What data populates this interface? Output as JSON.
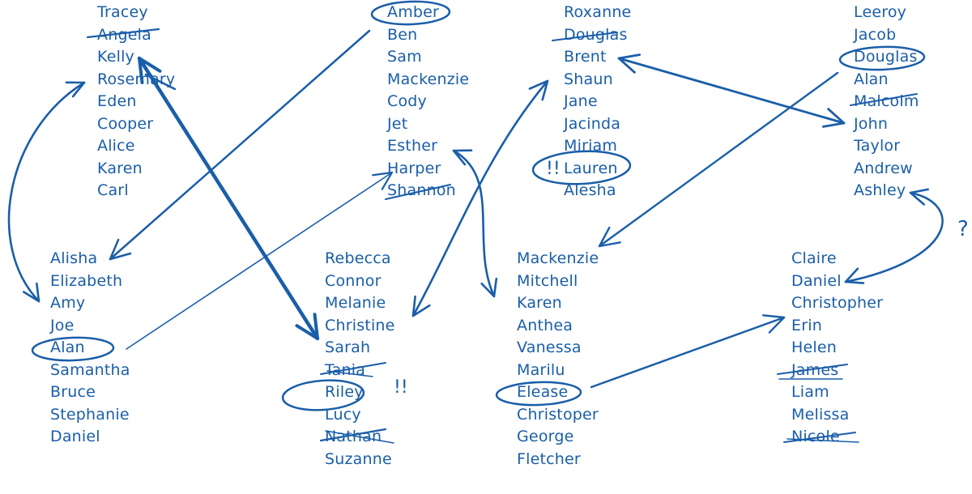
{
  "columns": [
    {
      "names": [
        "Tracey",
        "Angela",
        "Kelly",
        "Rosemary",
        "Eden",
        "Cooper",
        "Alice",
        "Karen",
        "Carl"
      ]
    },
    {
      "names": [
        "Amber",
        "Ben",
        "Sam",
        "Mackenzie",
        "Cody",
        "Jet",
        "Esther",
        "Harper",
        "Shannon"
      ]
    },
    {
      "names": [
        "Roxanne",
        "Douglas",
        "Brent",
        "Shaun",
        "Jane",
        "Jacinda",
        "Miriam",
        "Lauren",
        "Alesha"
      ]
    },
    {
      "names": [
        "Leeroy",
        "Jacob",
        "Douglas",
        "Alan",
        "Malcolm",
        "John",
        "Taylor",
        "Andrew",
        "Ashley"
      ]
    },
    {
      "names": [
        "Alisha",
        "Elizabeth",
        "Amy",
        "Joe",
        "Alan",
        "Samantha",
        "Bruce",
        "Stephanie",
        "Daniel"
      ]
    },
    {
      "names": [
        "Rebecca",
        "Connor",
        "Melanie",
        "Christine",
        "Sarah",
        "Tania",
        "Riley",
        "Lucy",
        "Nathan",
        "Suzanne"
      ]
    },
    {
      "names": [
        "Mackenzie",
        "Mitchell",
        "Karen",
        "Anthea",
        "Vanessa",
        "Marilu",
        "Elease",
        "Christoper",
        "George",
        "Fletcher"
      ]
    },
    {
      "names": [
        "Claire",
        "Daniel",
        "Christopher",
        "Erin",
        "Helen",
        "James",
        "Liam",
        "Melissa",
        "Nicole"
      ]
    }
  ],
  "marks": {
    "riley_mark": "!!",
    "lauren_mark": "!!",
    "question_mark": "?"
  },
  "ink_color": "#1a5ea8"
}
